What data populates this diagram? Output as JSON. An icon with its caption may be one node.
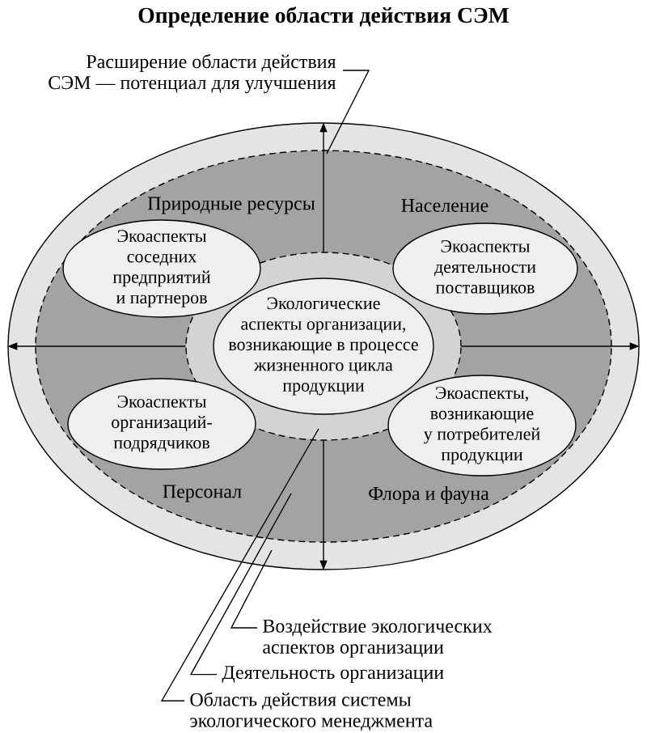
{
  "diagram": {
    "title": "Определение области действия СЭМ",
    "nodes": [
      {
        "text": [
          "Расширение области действия СЭМ — потенциал для улучшения"
        ]
      },
      {
        "text": [],
        "shape": "ellipse"
      },
      {
        "text": [
          "Природные ресурсы",
          "Население",
          "Персонал",
          "Флора и фауна"
        ],
        "in": 1
      },
      {
        "text": [
          "Экоаспекты соседних предприятий и партнеров"
        ],
        "in": 2
      },
      {
        "text": [
          "Экоаспекты деятельности поставщиков"
        ],
        "in": 2
      },
      {
        "text": [],
        "shape": "ellipse",
        "in": 2
      },
      {
        "text": [
          "Экологические аспекты организации, возникающие в процессе жизненного цикла продукции"
        ],
        "in": 5
      },
      {
        "text": [
          "Экоаспекты организаций-подрядчиков"
        ],
        "in": 2
      },
      {
        "text": [
          "Экоаспекты, возникающие у потребителей продукции"
        ],
        "in": 2
      },
      {
        "text": [
          "Воздействие экологических аспектов организации"
        ]
      },
      {
        "text": [
          "Деятельность организации"
        ]
      },
      {
        "text": [
          "Область действия системы экологического менеджмента"
        ]
      }
    ],
    "edges": [
      {
        "from": 0,
        "to": 2,
        "arrow": "none"
      },
      {
        "from": 5,
        "to": 1,
        "arrow": "to"
      },
      {
        "from": 5,
        "to": 1,
        "arrow": "to"
      },
      {
        "from": 5,
        "to": 1,
        "arrow": "to"
      },
      {
        "from": 5,
        "to": 1,
        "arrow": "to"
      },
      {
        "from": 9,
        "to": 1,
        "arrow": "none"
      },
      {
        "from": 10,
        "to": 2,
        "arrow": "none"
      },
      {
        "from": 11,
        "to": 5,
        "arrow": "none"
      }
    ]
  }
}
